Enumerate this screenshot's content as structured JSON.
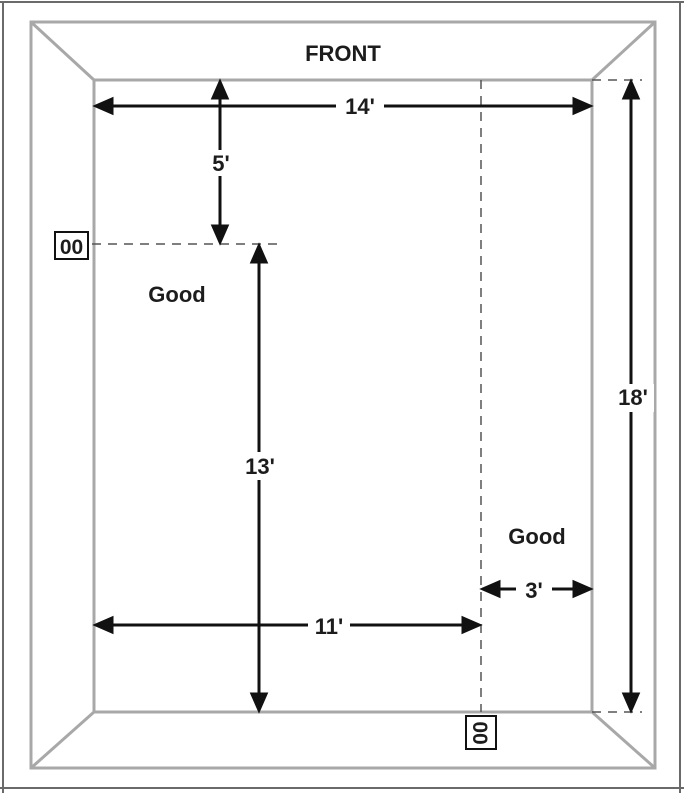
{
  "diagram": {
    "front_label": "FRONT",
    "good_label_left": "Good",
    "good_label_right": "Good",
    "dims": {
      "width": "14'",
      "front_offset": "5'",
      "depth_from_left_speaker": "13'",
      "room_length": "18'",
      "side_offset": "11'",
      "wall_gap": "3'"
    },
    "speaker_glyph": "00"
  }
}
